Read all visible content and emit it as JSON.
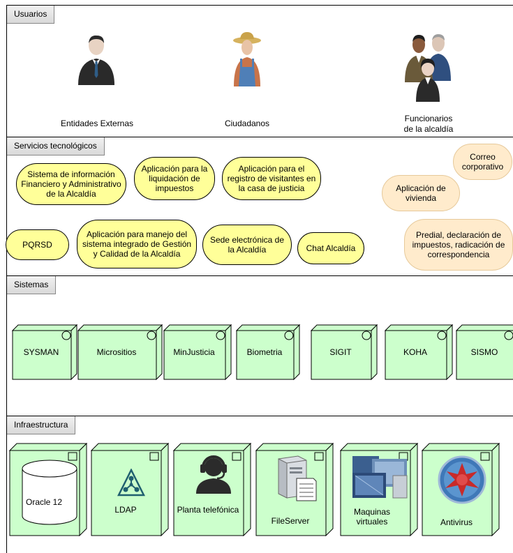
{
  "lanes": {
    "usuarios": "Usuarios",
    "servicios": "Servicios tecnológicos",
    "sistemas": "Sistemas",
    "infraestructura": "Infraestructura"
  },
  "actors": [
    {
      "label": "Entidades Externas"
    },
    {
      "label": "Ciudadanos"
    },
    {
      "label1": "Funcionarios",
      "label2": "de la alcaldía"
    }
  ],
  "services": [
    {
      "label": "Sistema de información Financiero y Administrativo de la Alcaldía",
      "color": "#ffff99"
    },
    {
      "label": "Aplicación para la liquidación de impuestos",
      "color": "#ffff99"
    },
    {
      "label": "Aplicación para el registro de visitantes en la casa de justicia",
      "color": "#ffff99"
    },
    {
      "label": "Correo corporativo",
      "color": "#ffebcc"
    },
    {
      "label": "Aplicación de vivienda",
      "color": "#ffebcc"
    },
    {
      "label": "PQRSD",
      "color": "#ffff99"
    },
    {
      "label": "Aplicación para manejo del sistema integrado de Gestión y Calidad de la Alcaldía",
      "color": "#ffff99"
    },
    {
      "label": "Sede electrónica de la Alcaldía",
      "color": "#ffff99"
    },
    {
      "label": "Chat Alcaldía",
      "color": "#ffff99"
    },
    {
      "label": "Predial, declaración de impuestos, radicación de correspondencia",
      "color": "#ffebcc"
    }
  ],
  "systems": [
    "SYSMAN",
    "Micrositios",
    "MinJusticia",
    "Biometria",
    "SIGIT",
    "KOHA",
    "SISMO"
  ],
  "infra": [
    {
      "label": "Oracle 12",
      "icon": "database-icon"
    },
    {
      "label": "LDAP",
      "icon": "ldap-icon"
    },
    {
      "label": "Planta telefónica",
      "icon": "headset-operator-icon"
    },
    {
      "label": "FileServer",
      "icon": "server-icon"
    },
    {
      "label": "Maquinas virtuales",
      "icon": "virtual-machines-icon"
    },
    {
      "label": "Antivirus",
      "icon": "antivirus-icon"
    }
  ],
  "colors": {
    "node_fill": "#ccffcc",
    "service_yellow": "#ffff99",
    "service_orange": "#ffebcc"
  }
}
